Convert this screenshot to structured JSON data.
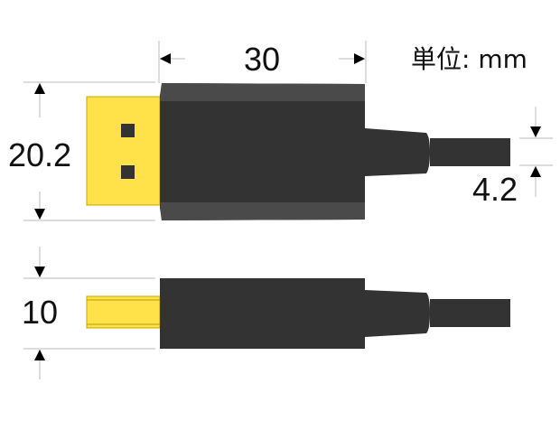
{
  "unit_label": "単位: mm",
  "dimensions": {
    "body_length": "30",
    "plug_height": "20.2",
    "cable_diameter": "4.2",
    "plug_thickness": "10"
  },
  "colors": {
    "body": "#333333",
    "body_band": "#4a4a4a",
    "plug": "#ffe14a",
    "plug_edge": "#c9a800",
    "dimension_line": "#bbbbbb"
  }
}
